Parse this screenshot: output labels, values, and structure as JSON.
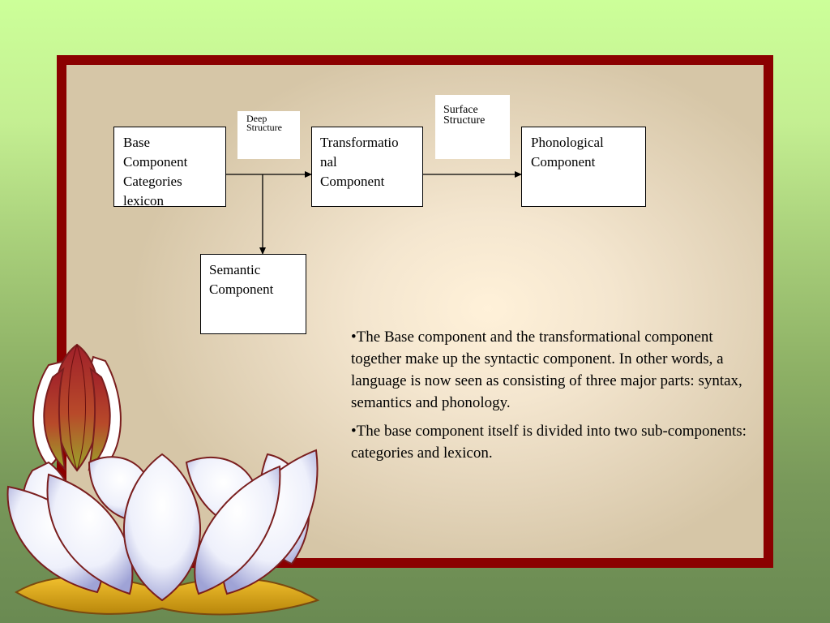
{
  "diagram": {
    "base_component": [
      "Base",
      "Component",
      "Categories",
      "lexicon"
    ],
    "transformational_component": [
      "Transformatio",
      "nal",
      "Component"
    ],
    "phonological_component": [
      "Phonological",
      "Component"
    ],
    "semantic_component": [
      "Semantic",
      "Component"
    ],
    "deep_structure_label": [
      "Deep",
      "Structure"
    ],
    "surface_structure_label": [
      "Surface",
      "Structure"
    ]
  },
  "bullets": [
    "•The Base component and the transformational component together make up the syntactic component. In other words, a language is now seen as consisting of three major parts: syntax, semantics and phonology.",
    "•The base component itself is divided into two sub-components: categories and lexicon."
  ],
  "colors": {
    "frame": "#8b0000",
    "lotus_petal": "#ffffff",
    "lotus_outline": "#7a1e1e",
    "lotus_leaf": "#d4a017"
  },
  "icons": {
    "decoration": "lotus-flower-icon"
  }
}
